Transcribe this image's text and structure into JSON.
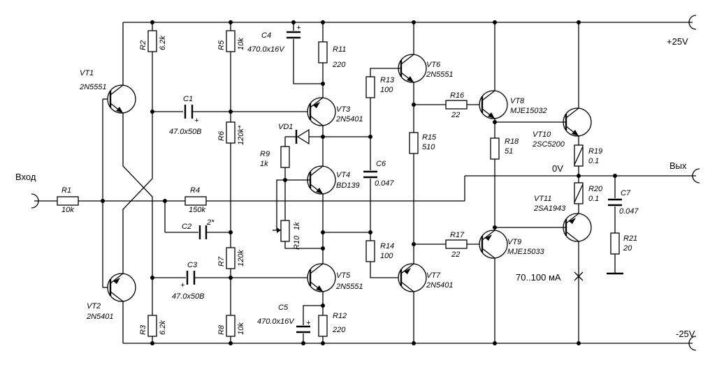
{
  "rails": {
    "pos": "+25V",
    "neg": "-25V",
    "gnd": "0V"
  },
  "ports": {
    "input": "Вход",
    "output": "Вых"
  },
  "bias_current": "70..100 мА",
  "resistors": {
    "R1": [
      "R1",
      "10k"
    ],
    "R2": [
      "R2",
      "6.2k"
    ],
    "R3": [
      "R3",
      "6.2k"
    ],
    "R4": [
      "R4",
      "150k"
    ],
    "R5": [
      "R5",
      "10k"
    ],
    "R6": [
      "R6",
      "120k*"
    ],
    "R7": [
      "R7",
      "120k"
    ],
    "R8": [
      "R8",
      "10k"
    ],
    "R9": [
      "R9",
      "1k"
    ],
    "R10": [
      "R10",
      "1k"
    ],
    "R11": [
      "R11",
      "220"
    ],
    "R12": [
      "R12",
      "220"
    ],
    "R13": [
      "R13",
      "100"
    ],
    "R14": [
      "R14",
      "100"
    ],
    "R15": [
      "R15",
      "510"
    ],
    "R16": [
      "R16",
      "22"
    ],
    "R17": [
      "R17",
      "22"
    ],
    "R18": [
      "R18",
      "51"
    ],
    "R19": [
      "R19",
      "0.1"
    ],
    "R20": [
      "R20",
      "0.1"
    ],
    "R21": [
      "R21",
      "20"
    ]
  },
  "capacitors": {
    "C1": [
      "C1",
      "47.0x50B"
    ],
    "C2": [
      "C2",
      "2*"
    ],
    "C3": [
      "C3",
      "47.0x50B"
    ],
    "C4": [
      "C4",
      "470.0x16V"
    ],
    "C5": [
      "C5",
      "470.0x16V"
    ],
    "C6": [
      "C6",
      "0.047"
    ],
    "C7": [
      "C7",
      "0.047"
    ]
  },
  "transistors": {
    "VT1": [
      "VT1",
      "2N5551"
    ],
    "VT2": [
      "VT2",
      "2N5401"
    ],
    "VT3": [
      "VT3",
      "2N5401"
    ],
    "VT4": [
      "VT4",
      "BD139"
    ],
    "VT5": [
      "VT5",
      "2N5551"
    ],
    "VT6": [
      "VT6",
      "2N5551"
    ],
    "VT7": [
      "VT7",
      "2N5401"
    ],
    "VT8": [
      "VT8",
      "MJE15032"
    ],
    "VT9": [
      "VT9",
      "MJE15033"
    ],
    "VT10": [
      "VT10",
      "2SC5200"
    ],
    "VT11": [
      "VT11",
      "2SA1943"
    ]
  },
  "diodes": {
    "VD1": "VD1"
  },
  "polarity": {
    "plus": "+"
  }
}
